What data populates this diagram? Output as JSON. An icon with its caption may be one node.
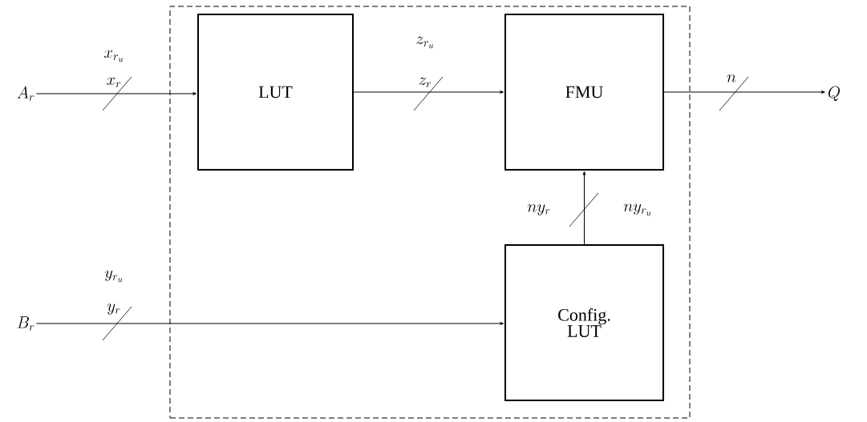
{
  "diagram": {
    "nodes": [
      {
        "text": [],
        "shape": "box"
      },
      {
        "text": [
          "LUT"
        ],
        "in": 0
      },
      {
        "text": [
          "FMU"
        ],
        "in": 0
      },
      {
        "text": [
          "Config. LUT"
        ],
        "in": 0
      },
      {
        "text": [
          "A_r"
        ]
      },
      {
        "text": [
          "B_r"
        ]
      },
      {
        "text": [
          "Q"
        ]
      }
    ],
    "edges": [
      {
        "from": 4,
        "to": 1,
        "arrow": "to",
        "label": "x_r"
      },
      {
        "from": 1,
        "to": 2,
        "arrow": "to",
        "label": "z_r"
      },
      {
        "from": 2,
        "to": 6,
        "arrow": "to",
        "label": "n"
      },
      {
        "from": 3,
        "to": 2,
        "arrow": "to",
        "label": "ny_r"
      },
      {
        "from": 5,
        "to": 3,
        "arrow": "to",
        "label": "y_r"
      }
    ],
    "labels": [
      "x_{r_u}",
      "z_{r_u}",
      "ny_{r_u}",
      "y_{r_u}"
    ]
  }
}
